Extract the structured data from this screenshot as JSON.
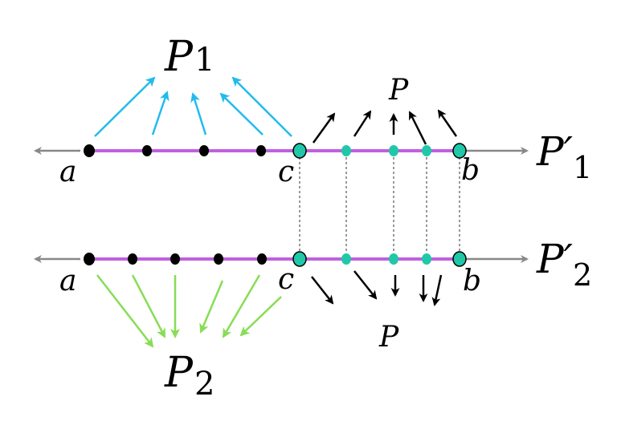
{
  "labels": {
    "P1": "P",
    "P1_sub": "1",
    "P2": "P",
    "P2_sub": "2",
    "P1_prime": "P′",
    "P1_prime_sub": "1",
    "P2_prime": "P′",
    "P2_prime_sub": "2",
    "P_top": "P",
    "P_bottom": "P",
    "a_top": "a",
    "c_top": "c",
    "b_top": "b",
    "a_bottom": "a",
    "c_bottom": "c",
    "b_bottom": "b"
  },
  "colors": {
    "axis": "#888888",
    "segment": "#c060e0",
    "point_black": "#000000",
    "point_teal": "#20c8a8",
    "arrow_blue": "#22bbee",
    "arrow_green": "#88dd55",
    "arrow_black": "#000000",
    "dotted": "#999999"
  }
}
